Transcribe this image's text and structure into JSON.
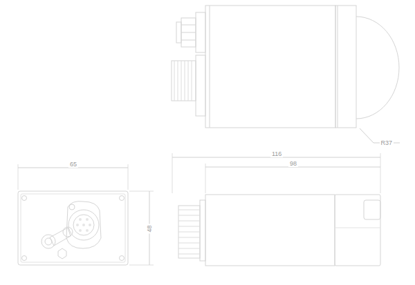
{
  "diagram": {
    "labels": [
      "R37",
      "65",
      "48",
      "116",
      "98"
    ]
  }
}
